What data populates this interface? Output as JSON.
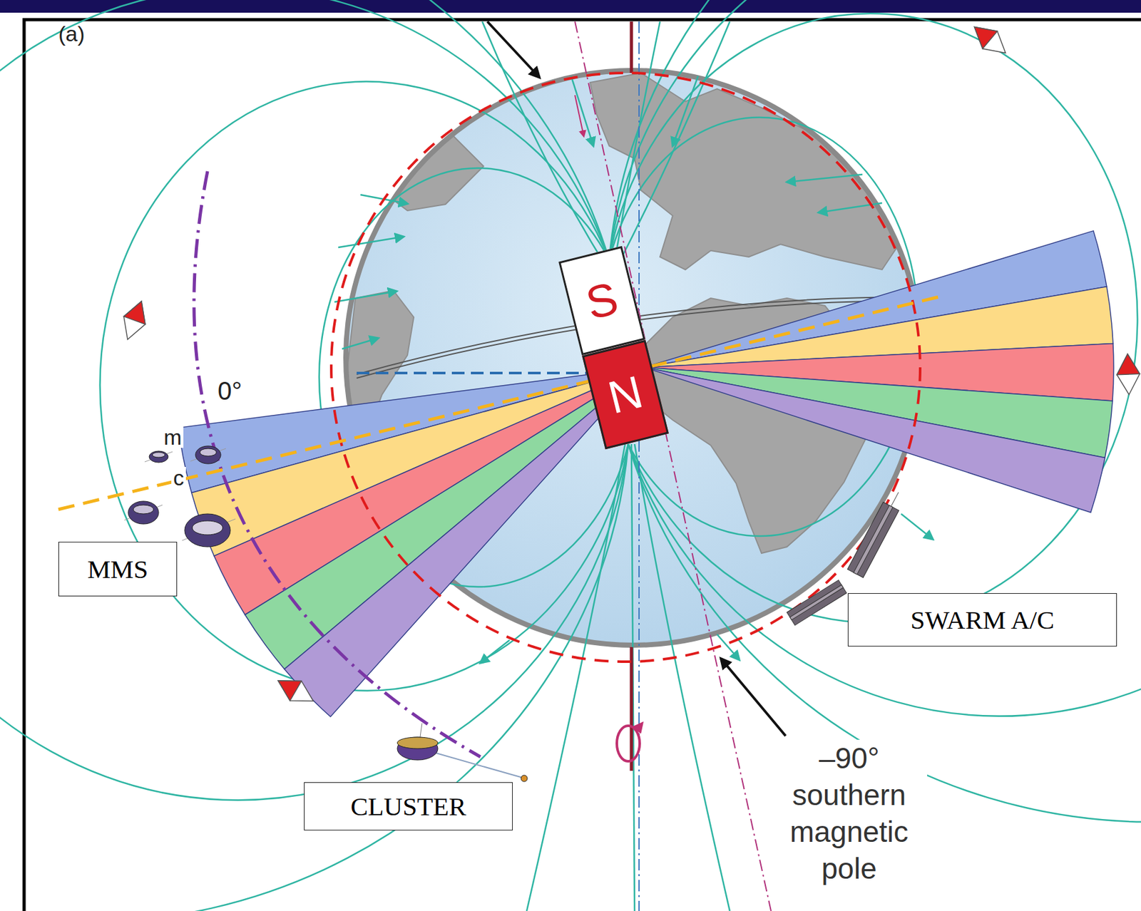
{
  "diagram": {
    "nodes": [
      {
        "text": [
          "S"
        ]
      },
      {
        "text": [
          "N"
        ]
      },
      {
        "text": [
          "MMS"
        ]
      },
      {
        "text": [
          "SWARM A/C"
        ]
      },
      {
        "text": [
          "CLUSTER"
        ]
      }
    ],
    "labels": [
      "(a)",
      "0°",
      "m",
      "c",
      "–90° southern magnetic pole"
    ]
  }
}
